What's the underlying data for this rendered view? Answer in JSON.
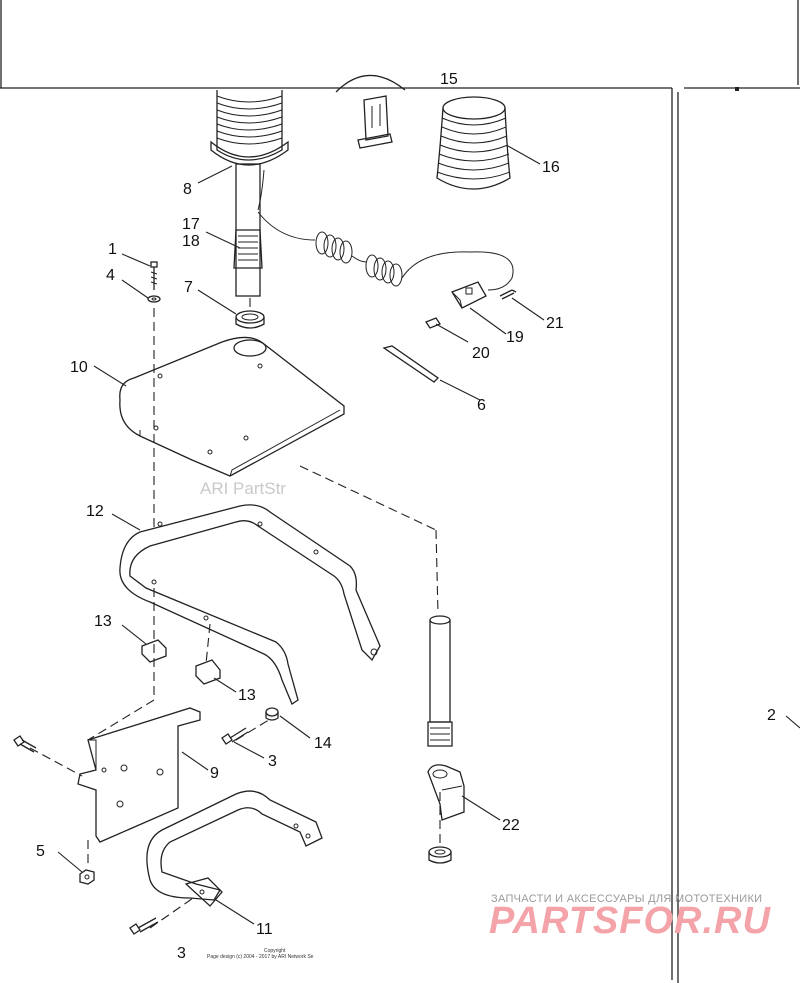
{
  "callouts": {
    "c1": "1",
    "c2": "2",
    "c3a": "3",
    "c3b": "3",
    "c4": "4",
    "c5": "5",
    "c6": "6",
    "c7": "7",
    "c8": "8",
    "c9": "9",
    "c10": "10",
    "c11": "11",
    "c12": "12",
    "c13a": "13",
    "c13b": "13",
    "c14": "14",
    "c15": "15",
    "c16": "16",
    "c17": "17",
    "c18": "18",
    "c19": "19",
    "c20": "20",
    "c21": "21",
    "c22": "22"
  },
  "watermark": "ARI PartStr",
  "copyright": {
    "line1": "Copyright",
    "line2": "Page design (c) 2004 - 2017 by ARI Network Se"
  },
  "brand": {
    "tagline": "ЗАПЧАСТИ И АКСЕССУАРЫ ДЛЯ МОТОТЕХНИКИ",
    "logo": "PARTSFOR.RU",
    "color": "#f4a3a9"
  }
}
